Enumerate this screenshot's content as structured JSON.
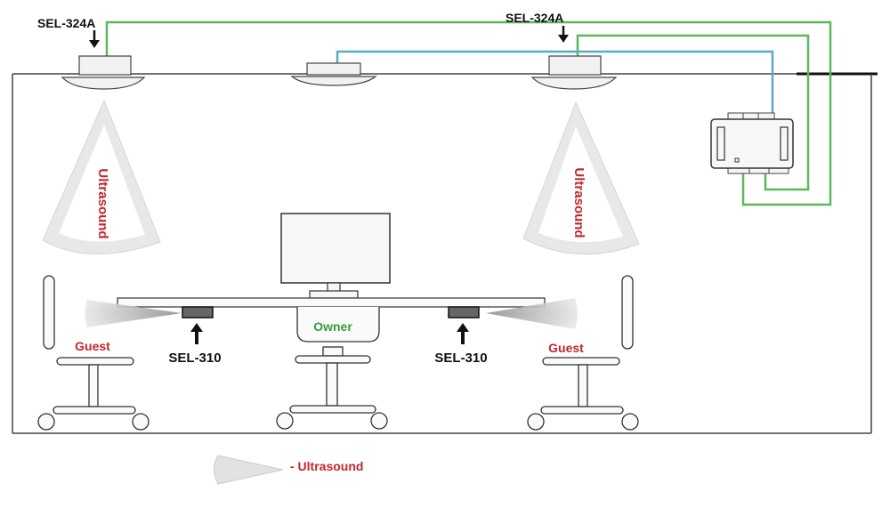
{
  "labels": {
    "sensor_left": "SEL-324A",
    "sensor_right": "SEL-324A",
    "ultrasound_left": "Ultrasound",
    "ultrasound_right": "Ultrasound",
    "desk_sensor_left": "SEL-310",
    "desk_sensor_right": "SEL-310",
    "guest_left": "Guest",
    "guest_right": "Guest",
    "owner": "Owner",
    "legend_text": "- Ultrasound"
  },
  "colors": {
    "green_wire": "#5cb85c",
    "blue_wire": "#5aa9c8",
    "red_text": "#c0272d",
    "green_text": "#3a9a3a",
    "outline": "#333333",
    "cone_fill": "#e4e4e4"
  }
}
